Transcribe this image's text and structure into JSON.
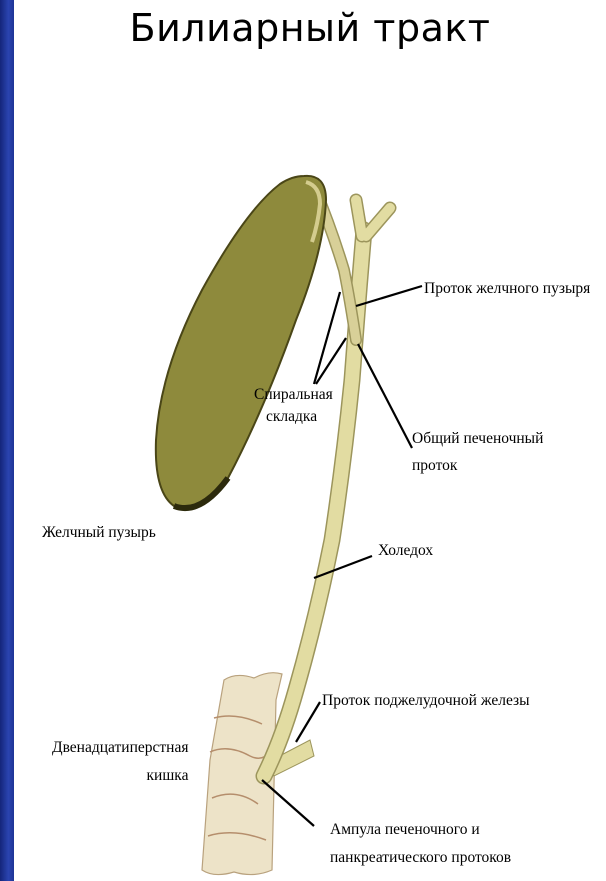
{
  "title": "Билиарный тракт",
  "labels": {
    "cystic_duct": "Проток желчного пузыря",
    "spiral_fold_line1": "Спиральная",
    "spiral_fold_line2": "складка",
    "common_hepatic_line1": "Общий печеночный",
    "common_hepatic_line2": "проток",
    "gallbladder": "Желчный пузырь",
    "choledochus": "Холедох",
    "pancreatic_duct": "Проток поджелудочной железы",
    "duodenum_line1": "Двенадцатиперстная",
    "duodenum_line2": "кишка",
    "ampulla_line1": "Ампула печеночного и",
    "ampulla_line2": "панкреатического протоков"
  },
  "colors": {
    "frame": "#1a2f8a",
    "background": "#ffffff",
    "gallbladder": "#8e8a3c",
    "duct": "#e2dca2",
    "duodenum": "#ede3c8"
  }
}
